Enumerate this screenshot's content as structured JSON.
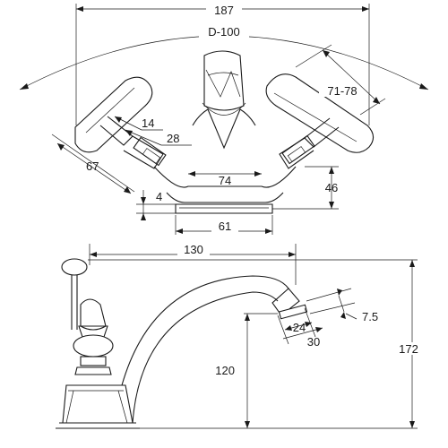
{
  "top_view": {
    "width_label": "187",
    "diameter_label": "D-100",
    "handle_angle_label": "71-78",
    "handle_offset_label": "14",
    "handle_stem_label": "28",
    "spread_label": "67",
    "base_gap_label": "4",
    "centers_label": "74",
    "base_height_label": "46",
    "base_width_label": "61"
  },
  "side_view": {
    "reach_label": "130",
    "aerator_angle_label": "7.5",
    "aerator_inner_label": "24",
    "aerator_outer_label": "30",
    "spout_height_label": "120",
    "total_height_label": "172"
  }
}
